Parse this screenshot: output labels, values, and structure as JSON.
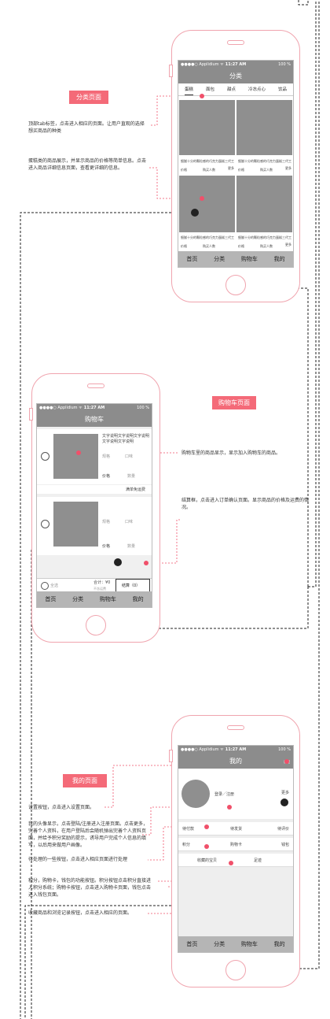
{
  "status": {
    "carrier": "●●●●○ Applidium ᯤ",
    "time": "11:27 AM",
    "battery": "100 %"
  },
  "tabbar": [
    "首页",
    "分类",
    "购物车",
    "我的"
  ],
  "category": {
    "label": "分类页面",
    "nav_title": "分类",
    "tabs": [
      "蛋糕",
      "面包",
      "甜点",
      "冷冻点心",
      "饮品"
    ],
    "product_title": "细腻十分的颗粒感的巧克力蛋糕三代工",
    "price_label": "价格",
    "buyers_label": "购买人数",
    "more_label": "更多",
    "note_tabs": "顶部tab标签，点击进入相应的页面。让用户直观的选择想买商品的种类",
    "note_products": "蛋糕类的商品展示，并显示商品的价格等简单信息。点击进入商品详细信息页面，查看更详细的信息。"
  },
  "cart": {
    "label": "购物车页面",
    "nav_title": "购物车",
    "desc_text": "文字说明文字说明文字说明文字说明文字说明",
    "spec_label": "规格",
    "taste_label": "口味",
    "price_label": "价格",
    "qty_label": "数量",
    "free_shipping": "满单免运费",
    "select_all": "全选",
    "total": "合计：¥0",
    "shipping_note": "不含运费",
    "checkout": "结算（0）",
    "note_items": "购物车里的商品显示，显示加入购物车的商品。",
    "note_checkout": "结算框，点击进入订单确认页面。显示商品的价格及运费的情况。"
  },
  "mine": {
    "label": "我的页面",
    "nav_title": "我的",
    "settings": "设置",
    "login": "登录／注册",
    "more": "更多",
    "order_states": [
      "待付款",
      "待发货",
      "待评价"
    ],
    "points": "积分",
    "shopping_card": "购物卡",
    "wallet": "钱包",
    "favorites": "收藏的宝贝",
    "history": "足迹",
    "note_settings": "设置按钮，点击进入设置页面。",
    "note_avatar": "我的头像显示，点击登陆/注册进入注册页面。点击更多，完善个人资料，在用户登陆后会随机弹出完善个人资料页面，并给予积分奖励的提示，诱导用户完成个人信息的填写，以后用来做用户画像。",
    "note_pending": "待处理的一些按钮，点击进入相应页面进行处理",
    "note_points": "积分，购物卡，钱包的功能按钮。积分按钮点击积分直接进入积分系统；购物卡按钮，点击进入购物卡页面，钱包点击进入钱包页面。",
    "note_fav": "收藏商品和浏览记录按钮，点击进入相应的页面。"
  }
}
